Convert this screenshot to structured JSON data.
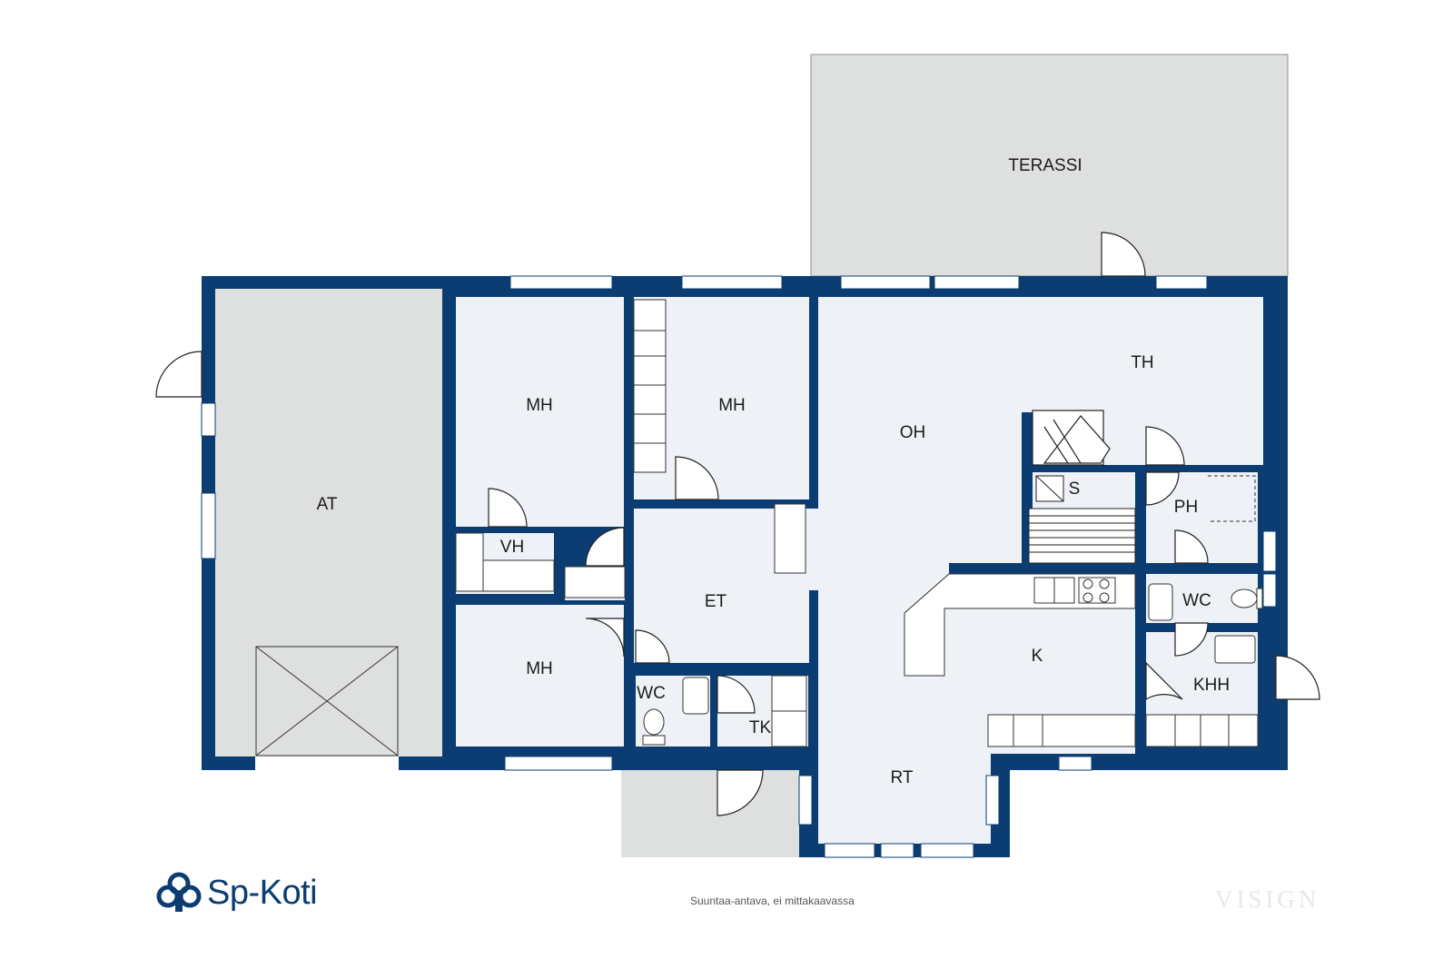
{
  "rooms": {
    "terassi": "TERASSI",
    "at": "AT",
    "mh1": "MH",
    "mh2": "MH",
    "mh3": "MH",
    "vh": "VH",
    "et": "ET",
    "oh": "OH",
    "th": "TH",
    "s": "S",
    "ph": "PH",
    "wc1": "WC",
    "wc2": "WC",
    "k": "K",
    "khh": "KHH",
    "tk": "TK",
    "rt": "RT"
  },
  "footer": {
    "note": "Suuntaa-antava, ei mittakaavassa",
    "brand": "Sp-Koti",
    "watermark": "VISIGN"
  },
  "colors": {
    "wall": "#0b3d72",
    "floor": "#eef2f7",
    "outdoor": "#dedfdf",
    "brand": "#0b3d72"
  }
}
